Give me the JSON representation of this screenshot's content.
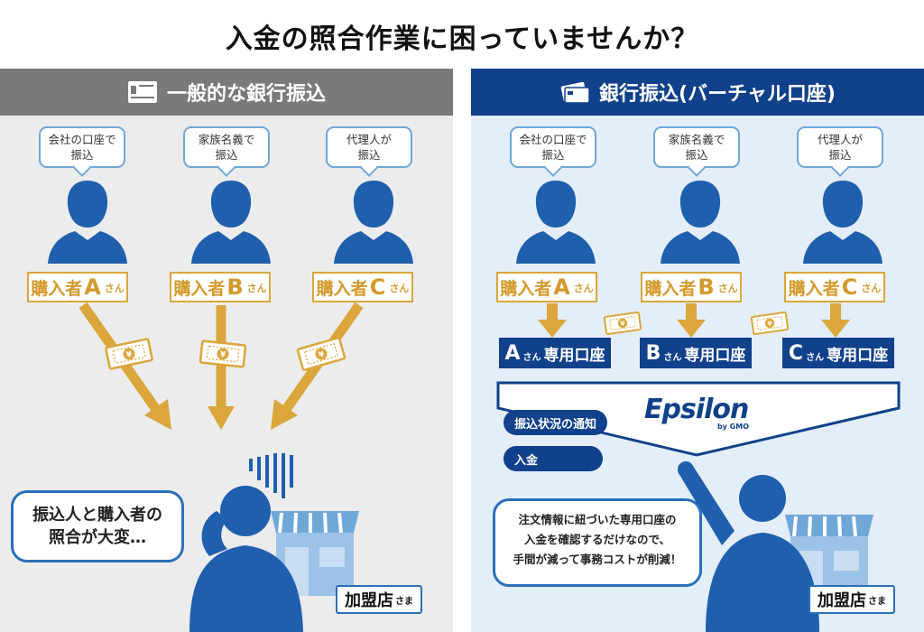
{
  "title": "入金の照合作業に困っていませんか？",
  "left": {
    "header": "一般的な銀行振込",
    "bubbles": [
      "会社の口座で\n振込",
      "家族名義で\n振込",
      "代理人が\n振込"
    ],
    "buyers": [
      {
        "prefix": "購入者",
        "letter": "A",
        "suffix": "さん"
      },
      {
        "prefix": "購入者",
        "letter": "B",
        "suffix": "さん"
      },
      {
        "prefix": "購入者",
        "letter": "C",
        "suffix": "さん"
      }
    ],
    "callout": "振込人と購入者の\n照合が大変…",
    "store": {
      "label": "加盟店",
      "suffix": "さま"
    }
  },
  "right": {
    "header": "銀行振込(バーチャル口座)",
    "bubbles": [
      "会社の口座で\n振込",
      "家族名義で\n振込",
      "代理人が\n振込"
    ],
    "buyers": [
      {
        "prefix": "購入者",
        "letter": "A",
        "suffix": "さん"
      },
      {
        "prefix": "購入者",
        "letter": "B",
        "suffix": "さん"
      },
      {
        "prefix": "購入者",
        "letter": "C",
        "suffix": "さん"
      }
    ],
    "accounts": [
      {
        "letter": "A",
        "san": "さん",
        "label": "専用口座"
      },
      {
        "letter": "B",
        "san": "さん",
        "label": "専用口座"
      },
      {
        "letter": "C",
        "san": "さん",
        "label": "専用口座"
      }
    ],
    "notify_pill": "振込状況の通知",
    "deposit_pill": "入金",
    "logo": {
      "text": "Epsilon",
      "by": "by GMO"
    },
    "callout": "注文情報に紐づいた専用口座の\n入金を確認するだけなので、\n手間が減って事務コストが削減！",
    "store": {
      "label": "加盟店",
      "suffix": "さま"
    }
  },
  "colors": {
    "left_header": "#7a7a7a",
    "right_header": "#10418a",
    "person_blue": "#1f5fae",
    "gold": "#dba63b",
    "bubble_border": "#6fa7d8",
    "store_light": "#9cc2e8"
  },
  "icons": [
    "bank-card-icon",
    "wallet-card-icon",
    "person-silhouette-icon",
    "yen-bill-icon",
    "arrow-down-icon",
    "store-icon",
    "stress-lines-icon"
  ]
}
